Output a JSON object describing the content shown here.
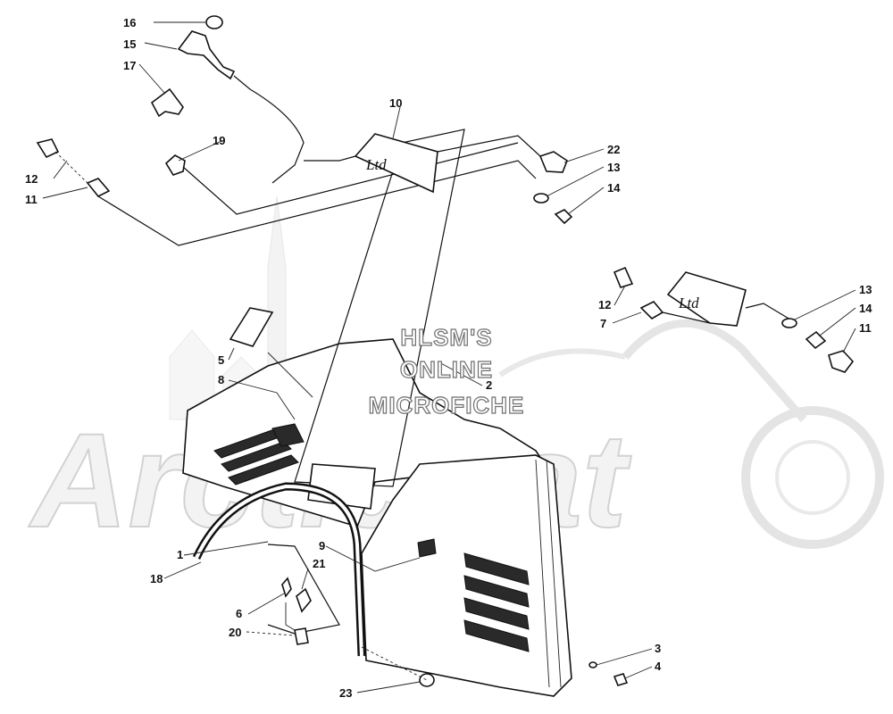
{
  "watermark": {
    "line1": "HLSM'S",
    "line2": "ONLINE",
    "line3": "MICROFICHE",
    "brand": "ArcticCat"
  },
  "decal_text": "Ltd",
  "callouts": {
    "c1": "1",
    "c2": "2",
    "c3": "3",
    "c4": "4",
    "c5": "5",
    "c6": "6",
    "c7": "7",
    "c8": "8",
    "c9": "9",
    "c10": "10",
    "c11a": "11",
    "c11b": "11",
    "c12a": "12",
    "c12b": "12",
    "c13a": "13",
    "c13b": "13",
    "c14a": "14",
    "c14b": "14",
    "c15": "15",
    "c16": "16",
    "c17": "17",
    "c18": "18",
    "c19": "19",
    "c20": "20",
    "c21": "21",
    "c22": "22",
    "c23": "23"
  }
}
